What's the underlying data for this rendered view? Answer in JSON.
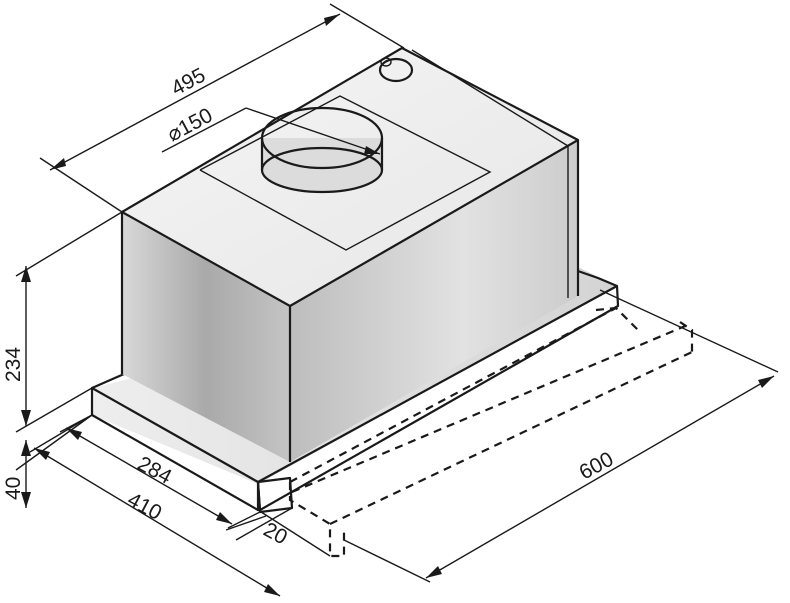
{
  "dimensions": {
    "width_top": "495",
    "duct_diameter": "⌀150",
    "height_body": "234",
    "height_base": "40",
    "depth_inner": "284",
    "depth_outer": "410",
    "front_offset": "20",
    "extended_length": "600"
  },
  "colors": {
    "line": "#1a1a1a",
    "top_face": "#f2f2f2",
    "side_face": "#cfcfcf",
    "front_face": "#b5b5b5",
    "base_face": "#e3e3e3"
  }
}
